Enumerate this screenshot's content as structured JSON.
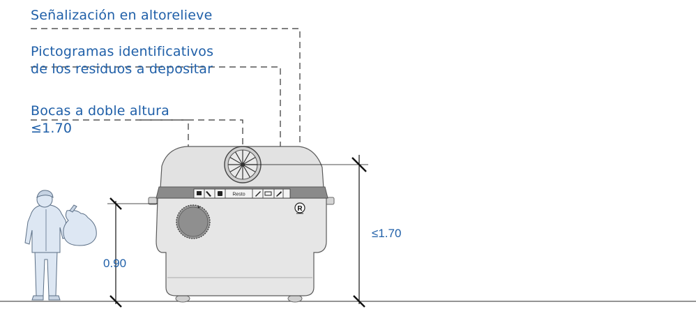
{
  "labels": {
    "relief": "Señalización en altorelieve",
    "pictograms_line1": "Pictogramas identificativos",
    "pictograms_line2": "de los residuos a depositar",
    "openings_line1": "Bocas a doble altura",
    "openings_line2": "≤1.70"
  },
  "dimensions": {
    "low_opening": "0.90",
    "high_opening": "≤1.70"
  },
  "container": {
    "strip_label": "Resto",
    "relief_mark": "R"
  },
  "colors": {
    "annotation": "#1f5fa8",
    "container_body": "#e6e6e6",
    "container_band": "#8a8a8a",
    "child_fill": "#dde7f3"
  }
}
